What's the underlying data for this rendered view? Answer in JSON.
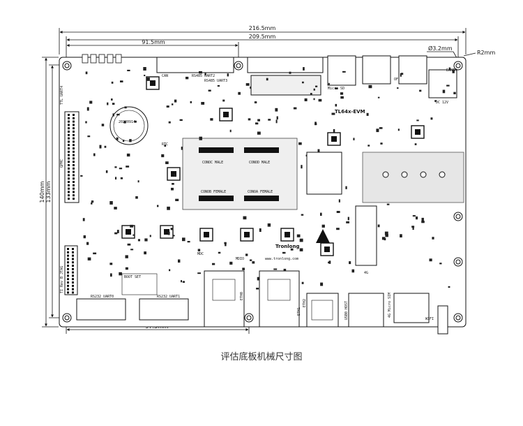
{
  "dimensions": {
    "overall_width": "216.5mm",
    "hole_span_width": "209.5mm",
    "top_offset": "91.5mm",
    "bottom_offset": "97.5mm",
    "overall_height": "140mm",
    "hole_span_height": "133mm",
    "hole_diameter": "Ø3.2mm",
    "corner_radius": "R2mm"
  },
  "silkscreen": {
    "model": "TL64x-EVM",
    "conc": "CONOC MALE",
    "cond_male": "CONOD MALE",
    "conb": "CONOB FEMALE",
    "cona": "CONOA FEMALE",
    "date_code": "20220914",
    "rtc": "RTC",
    "brand": "Tronlong",
    "website": "www.tronlong.com",
    "uart4": "TTL UART4",
    "gpmc": "GPMC",
    "jtag": "TI Rev B JTAG",
    "rs232_uart0": "RS232 UART0",
    "rs232_uart1": "RS232 UART1",
    "rs485_uart2": "RS485 UART2",
    "rs485_uart3": "RS485 UART3",
    "eth0": "ETH0",
    "eth1": "ETH1",
    "eth2": "ETH2",
    "usb0_host": "USB0 HOST",
    "micro_sd": "Micro SD",
    "dc_12v": "DC 12V",
    "earth": "EARTH",
    "wifi": "WIFI",
    "lte_4g": "4G",
    "micro_sim": "4G Micro SIM",
    "boot_set": "BOOT SET",
    "can": "CAN",
    "mdc": "MDC",
    "mdio": "MDIO",
    "off_on": "OFF ON"
  },
  "caption": "评估底板机械尺寸图"
}
